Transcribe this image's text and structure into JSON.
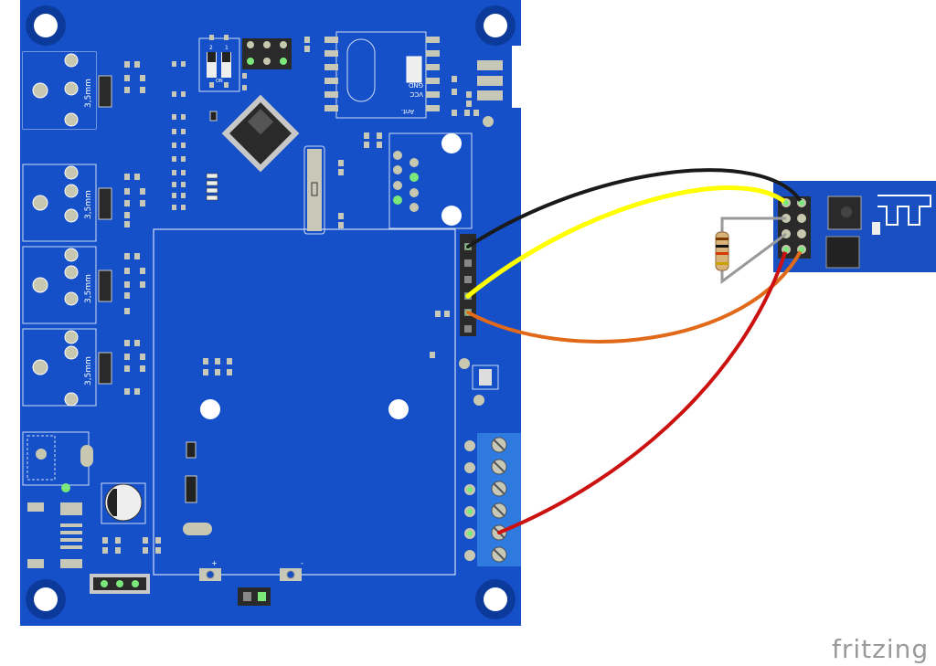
{
  "board": {
    "jack_labels": [
      "3,5mm",
      "3,5mm",
      "3,5mm",
      "3,5mm"
    ],
    "dip_switch_numbers": [
      "2",
      "1"
    ],
    "dip_switch_label": "ON",
    "module_pins": [
      "Ant.",
      "VCC",
      "GND"
    ],
    "plus_label": "+",
    "minus_label": "-"
  },
  "wires": [
    {
      "name": "black",
      "color": "#1a1a1a"
    },
    {
      "name": "yellow",
      "color": "#ffff00"
    },
    {
      "name": "orange",
      "color": "#e06a1a"
    },
    {
      "name": "red",
      "color": "#cc1111"
    },
    {
      "name": "gray",
      "color": "#999999"
    }
  ],
  "colors": {
    "pcb": "#1550c8",
    "pcb_edge": "#0c3a9a",
    "esp_board": "#1a4fc2"
  },
  "watermark": "fritzing"
}
